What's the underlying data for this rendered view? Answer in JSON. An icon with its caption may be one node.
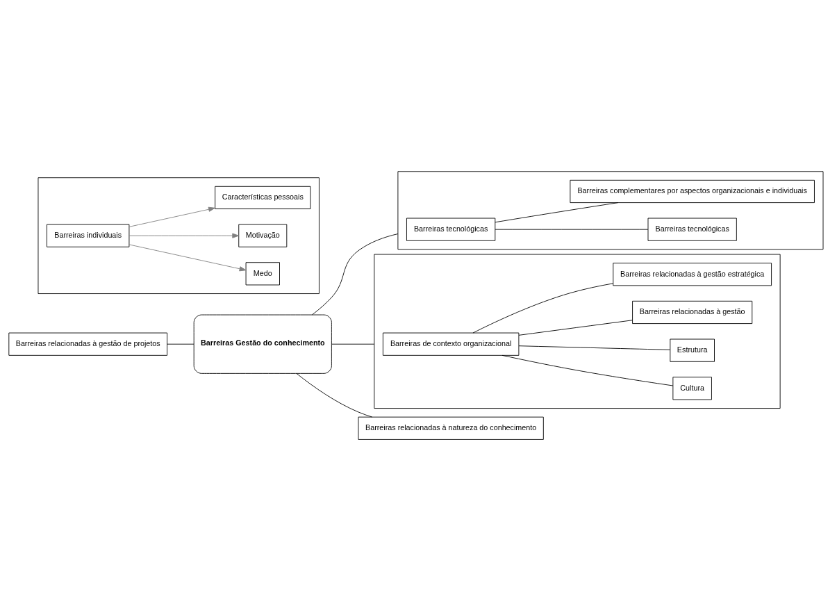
{
  "diagram": {
    "nodes": [
      {
        "text": [
          "Barreiras relacionadas à gestão de projetos"
        ]
      },
      {
        "text": [],
        "shape": "box"
      },
      {
        "text": [
          "Barreiras tecnológicas"
        ],
        "in": 1
      },
      {
        "text": [
          "Barreiras tecnológicas"
        ],
        "in": 1
      },
      {
        "text": [
          "Barreiras complementares por aspectos organizacionais e individuais"
        ],
        "in": 1
      },
      {
        "text": [],
        "shape": "box"
      },
      {
        "text": [
          "Barreiras individuais"
        ],
        "in": 5
      },
      {
        "text": [
          "Medo"
        ],
        "in": 5
      },
      {
        "text": [
          "Motivação"
        ],
        "in": 5
      },
      {
        "text": [
          "Características pessoais"
        ],
        "in": 5
      },
      {
        "text": [
          "Barreiras Gestão do conhecimento"
        ]
      },
      {
        "text": [],
        "shape": "box"
      },
      {
        "text": [
          "Barreiras de contexto organizacional"
        ],
        "in": 11
      },
      {
        "text": [
          "Cultura"
        ],
        "in": 11
      },
      {
        "text": [
          "Estrutura"
        ],
        "in": 11
      },
      {
        "text": [
          "Barreiras relacionadas à gestão"
        ],
        "in": 11
      },
      {
        "text": [
          "Barreiras relacionadas à gestão estratégica"
        ],
        "in": 11
      },
      {
        "text": [
          "Barreiras relacionadas à natureza do conhecimento"
        ]
      }
    ],
    "edges": [
      {
        "from": 0,
        "to": 10,
        "arrow": "none"
      },
      {
        "from": 10,
        "to": 1,
        "arrow": "none"
      },
      {
        "from": 10,
        "to": 17,
        "arrow": "none"
      },
      {
        "from": 10,
        "to": 11,
        "arrow": "none"
      },
      {
        "from": 2,
        "to": 3,
        "arrow": "none"
      },
      {
        "from": 2,
        "to": 4,
        "arrow": "none"
      },
      {
        "from": 6,
        "to": 7,
        "arrow": "to",
        "color": "#808080"
      },
      {
        "from": 6,
        "to": 8,
        "arrow": "to",
        "color": "#808080"
      },
      {
        "from": 6,
        "to": 9,
        "arrow": "to",
        "color": "#808080"
      },
      {
        "from": 12,
        "to": 13,
        "arrow": "none"
      },
      {
        "from": 12,
        "to": 14,
        "arrow": "none"
      },
      {
        "from": 12,
        "to": 15,
        "arrow": "none"
      },
      {
        "from": 12,
        "to": 16,
        "arrow": "none"
      }
    ]
  }
}
